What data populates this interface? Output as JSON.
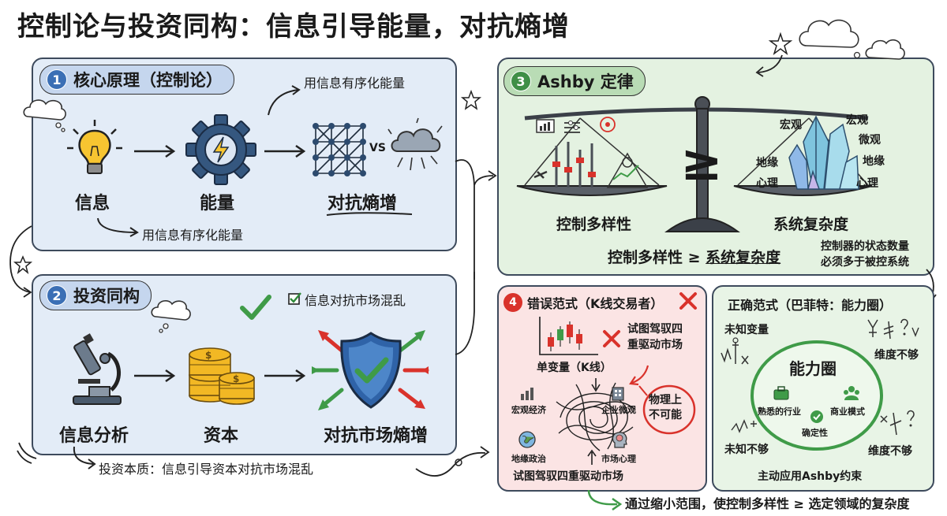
{
  "title": "控制论与投资同构：信息引导能量，对抗熵增",
  "section1": {
    "number": "1",
    "heading": "核心原理（控制论）",
    "top_note": "用信息有序化能量",
    "info_label": "信息",
    "energy_label": "能量",
    "entropy_label": "对抗熵增",
    "vs_label": "VS",
    "bottom_note": "用信息有序化能量"
  },
  "section2": {
    "number": "2",
    "heading": "投资同构",
    "check_note": "信息对抗市场混乱",
    "analysis_label": "信息分析",
    "capital_label": "资本",
    "market_label": "对抗市场熵增",
    "bottom_note": "投资本质：信息引导资本对抗市场混乱"
  },
  "section3": {
    "number": "3",
    "heading": "Ashby 定律",
    "left_label": "控制多样性",
    "right_label": "系统复杂度",
    "geq": "≥",
    "crystal_labels": [
      "宏观",
      "宏观",
      "微观",
      "地缘",
      "地缘",
      "心理",
      "心理"
    ],
    "formula_left": "控制多样性 ≥ ",
    "formula_right": "系统复杂度",
    "note_line1": "控制器的状态数量",
    "note_line2": "必须多于被控系统"
  },
  "section4": {
    "number": "4",
    "heading": "错误范式（K线交易者）",
    "attempt_line1": "试图驾驭四",
    "attempt_line2": "重驱动市场",
    "single_var": "单变量（K线）",
    "macro": "宏观经济",
    "micro": "企业微观",
    "geo": "地缘政治",
    "psych": "市场心理",
    "impossible_line1": "物理上",
    "impossible_line2": "不可能",
    "bottom": "试图驾驭四重驱动市场"
  },
  "section5": {
    "heading": "正确范式（巴菲特：能力圈）",
    "unknown_vars": "未知变量",
    "dim_short_top": "维度不够",
    "circle_title": "能力圈",
    "familiar": "熟悉的行业",
    "business": "商业模式",
    "certainty": "确定性",
    "unknown_short": "未知不够",
    "dim_short_bottom": "维度不够",
    "apply": "主动应用Ashby约束"
  },
  "footer": "通过缩小范围，使控制多样性 ≥ 选定领域的复杂度",
  "colors": {
    "panel_blue": "#e3ecf7",
    "panel_green": "#e4f2e1",
    "panel_red": "#fbe4e4",
    "accent_red": "#d9322b",
    "accent_green": "#3f9b48"
  }
}
